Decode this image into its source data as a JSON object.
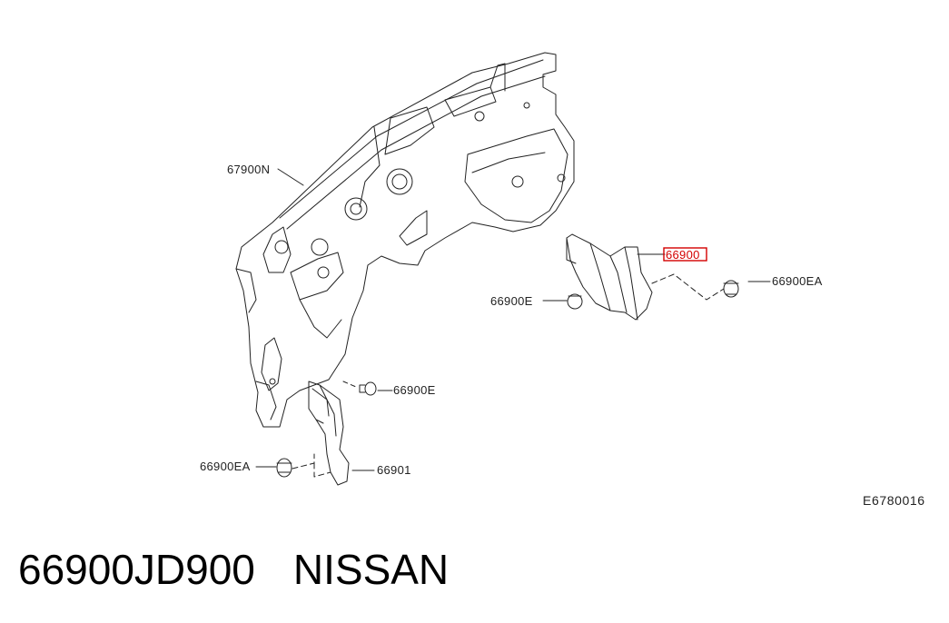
{
  "diagram": {
    "callouts": {
      "insulator_main": "67900N",
      "insulator_right": "66900",
      "clip_right_outer": "66900EA",
      "clip_right_inner": "66900E",
      "clip_left_upper": "66900E",
      "clip_left_lower": "66900EA",
      "insulator_left": "66901"
    },
    "highlight_color": "#d40000",
    "reference_code": "E6780016"
  },
  "footer": {
    "part_number": "66900JD900",
    "brand": "NISSAN"
  }
}
